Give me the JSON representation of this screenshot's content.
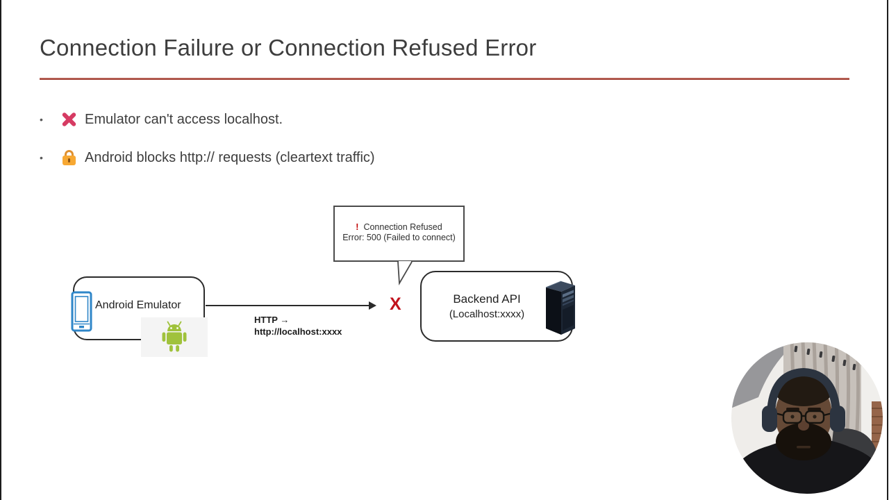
{
  "slide": {
    "title": "Connection Failure or Connection Refused Error",
    "bullet_marker": "•",
    "bullets": [
      {
        "icon": "cross-mark-icon",
        "text": "Emulator can't access localhost."
      },
      {
        "icon": "lock-icon",
        "text": "Android blocks http:// requests (cleartext traffic)"
      }
    ]
  },
  "diagram": {
    "callout": {
      "alert_mark": "!",
      "title": "Connection Refused",
      "detail": "Error: 500 (Failed to connect)"
    },
    "emulator": {
      "label": "Android Emulator"
    },
    "backend": {
      "title": "Backend API",
      "subtitle": "(Localhost:xxxx)"
    },
    "request": {
      "protocol": "HTTP →",
      "url": "http://localhost:xxxx"
    },
    "failure_mark": "X"
  },
  "colors": {
    "title_text": "#3d3d3d",
    "accent_rule": "#a6473c",
    "callout_alert_red": "#c00000",
    "failure_red": "#c1121c",
    "android_green": "#a0c23c",
    "phone_blue": "#2f86c8",
    "lock_orange": "#f7a833",
    "cross_pink": "#d63b63",
    "box_border": "#2b2b2b"
  }
}
